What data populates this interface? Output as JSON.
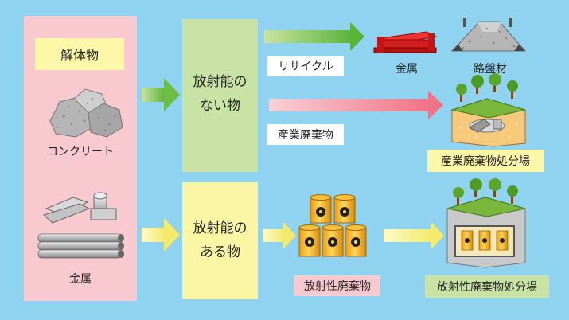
{
  "left": {
    "header": "解体物",
    "concrete": "コンクリート",
    "metal": "金属"
  },
  "middle": {
    "no_radio": [
      "放射能の",
      "ない物"
    ],
    "radio": [
      "放射能の",
      "ある物"
    ]
  },
  "flows": {
    "recycle": "リサイクル",
    "industrial": "産業廃棄物",
    "radioactive": "放射性廃棄物"
  },
  "destinations": {
    "metal": "金属",
    "roadbed": "路盤材",
    "industrial_site": "産業廃棄物処分場",
    "radioactive_site": "放射性廃棄物処分場"
  },
  "colors": {
    "background": "#8fd3f0",
    "pink": "#f8c9cf",
    "green": "#c8e3a3",
    "yellow": "#fbf6a4"
  }
}
